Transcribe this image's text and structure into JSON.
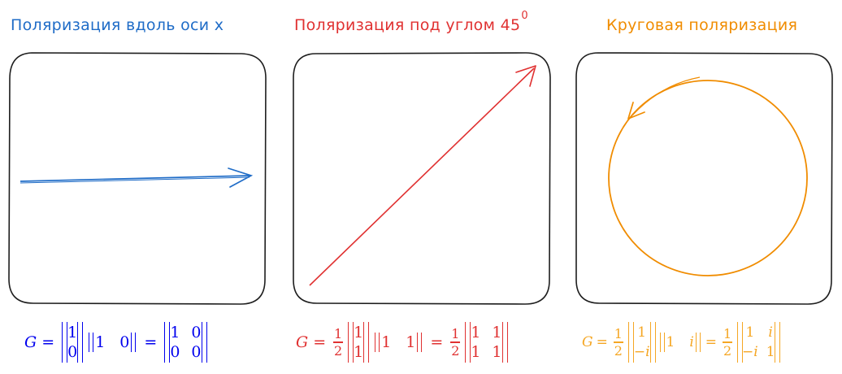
{
  "colors": {
    "blue": "#1f6cc7",
    "blue_formula": "#0000ee",
    "red": "#e03131",
    "orange": "#f08c00",
    "frame": "#1e1e1e"
  },
  "panels": [
    {
      "title": "Поляризация вдоль оси x",
      "formula": {
        "lhs": "G",
        "eq": "=",
        "col": [
          "1",
          "0"
        ],
        "row": [
          "1",
          "0"
        ],
        "result": [
          [
            "1",
            "0"
          ],
          [
            "0",
            "0"
          ]
        ]
      }
    },
    {
      "title": "Поляризация под углом 45",
      "degree_mark": "0",
      "formula": {
        "lhs": "G",
        "eq": "=",
        "frac_num": "1",
        "frac_den": "2",
        "col": [
          "1",
          "1"
        ],
        "row": [
          "1",
          "1"
        ],
        "result": [
          [
            "1",
            "1"
          ],
          [
            "1",
            "1"
          ]
        ]
      }
    },
    {
      "title": "Круговая поляризация",
      "formula": {
        "lhs": "G",
        "eq": "=",
        "frac_num": "1",
        "frac_den": "2",
        "col": [
          "1",
          "−i"
        ],
        "row": [
          "1",
          "i"
        ],
        "result": [
          [
            "1",
            "i"
          ],
          [
            "−i",
            "1"
          ]
        ]
      }
    }
  ]
}
